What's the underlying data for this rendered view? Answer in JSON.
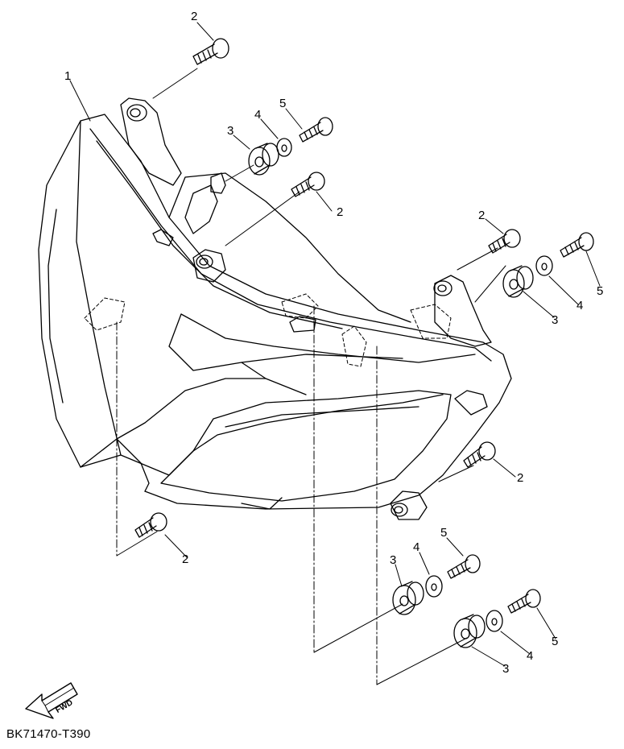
{
  "diagram": {
    "callouts": [
      {
        "id": "c1",
        "text": "1"
      },
      {
        "id": "c2a",
        "text": "2"
      },
      {
        "id": "c2b",
        "text": "2"
      },
      {
        "id": "c2c",
        "text": "2"
      },
      {
        "id": "c2d",
        "text": "2"
      },
      {
        "id": "c2e",
        "text": "2"
      },
      {
        "id": "c3a",
        "text": "3"
      },
      {
        "id": "c3b",
        "text": "3"
      },
      {
        "id": "c3c",
        "text": "3"
      },
      {
        "id": "c3d",
        "text": "3"
      },
      {
        "id": "c4a",
        "text": "4"
      },
      {
        "id": "c4b",
        "text": "4"
      },
      {
        "id": "c4c",
        "text": "4"
      },
      {
        "id": "c4d",
        "text": "4"
      },
      {
        "id": "c5a",
        "text": "5"
      },
      {
        "id": "c5b",
        "text": "5"
      },
      {
        "id": "c5c",
        "text": "5"
      },
      {
        "id": "c5d",
        "text": "5"
      }
    ],
    "fwd_label": "FWD",
    "drawing_code": "BK71470-T390"
  }
}
